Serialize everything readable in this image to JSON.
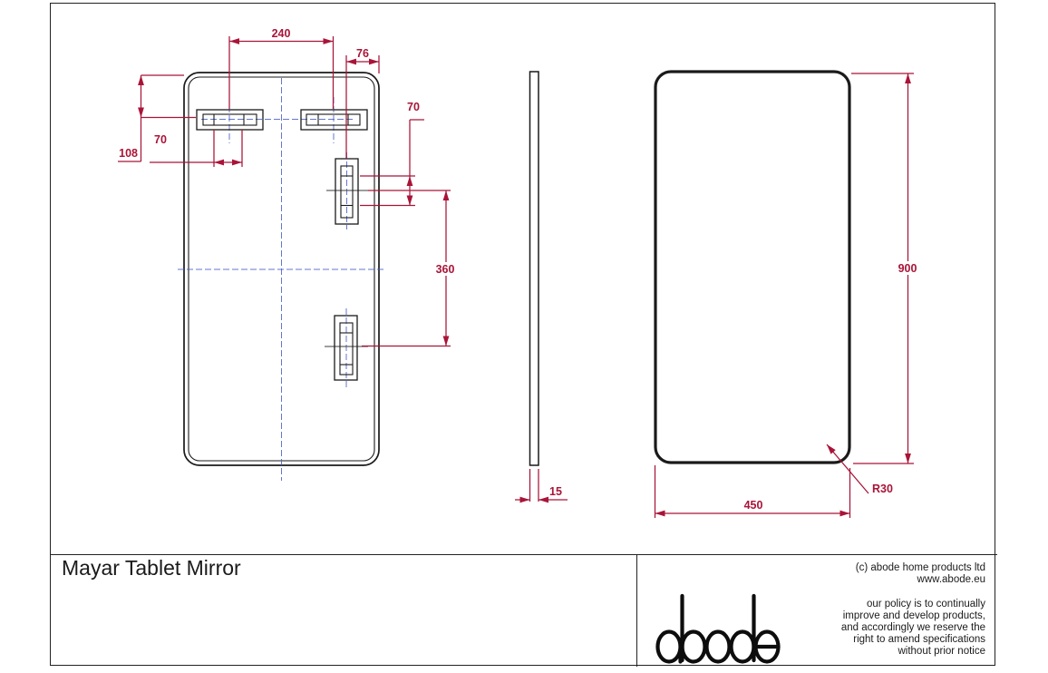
{
  "dimensions": {
    "bracket_centres_width": "240",
    "bracket_edge_offset": "76",
    "bracket_top_offset": "108",
    "left_slot_spacing": "70",
    "right_slot_spacing": "70",
    "bracket_vertical_spacing": "360",
    "thickness": "15",
    "mirror_height": "900",
    "mirror_width": "450",
    "corner_radius": "R30"
  },
  "title_block": {
    "title": "Mayar Tablet Mirror",
    "copyright": "(c) abode home products ltd",
    "website": "www.abode.eu",
    "policy": [
      "our policy is to continually",
      "improve and develop products,",
      "and accordingly we reserve the",
      "right to amend specifications",
      "without prior notice"
    ],
    "logo": "abode"
  },
  "colors": {
    "dimension_red": "#a91438",
    "centerline_blue": "#4a5ec4",
    "line_black": "#1a1a1a"
  }
}
